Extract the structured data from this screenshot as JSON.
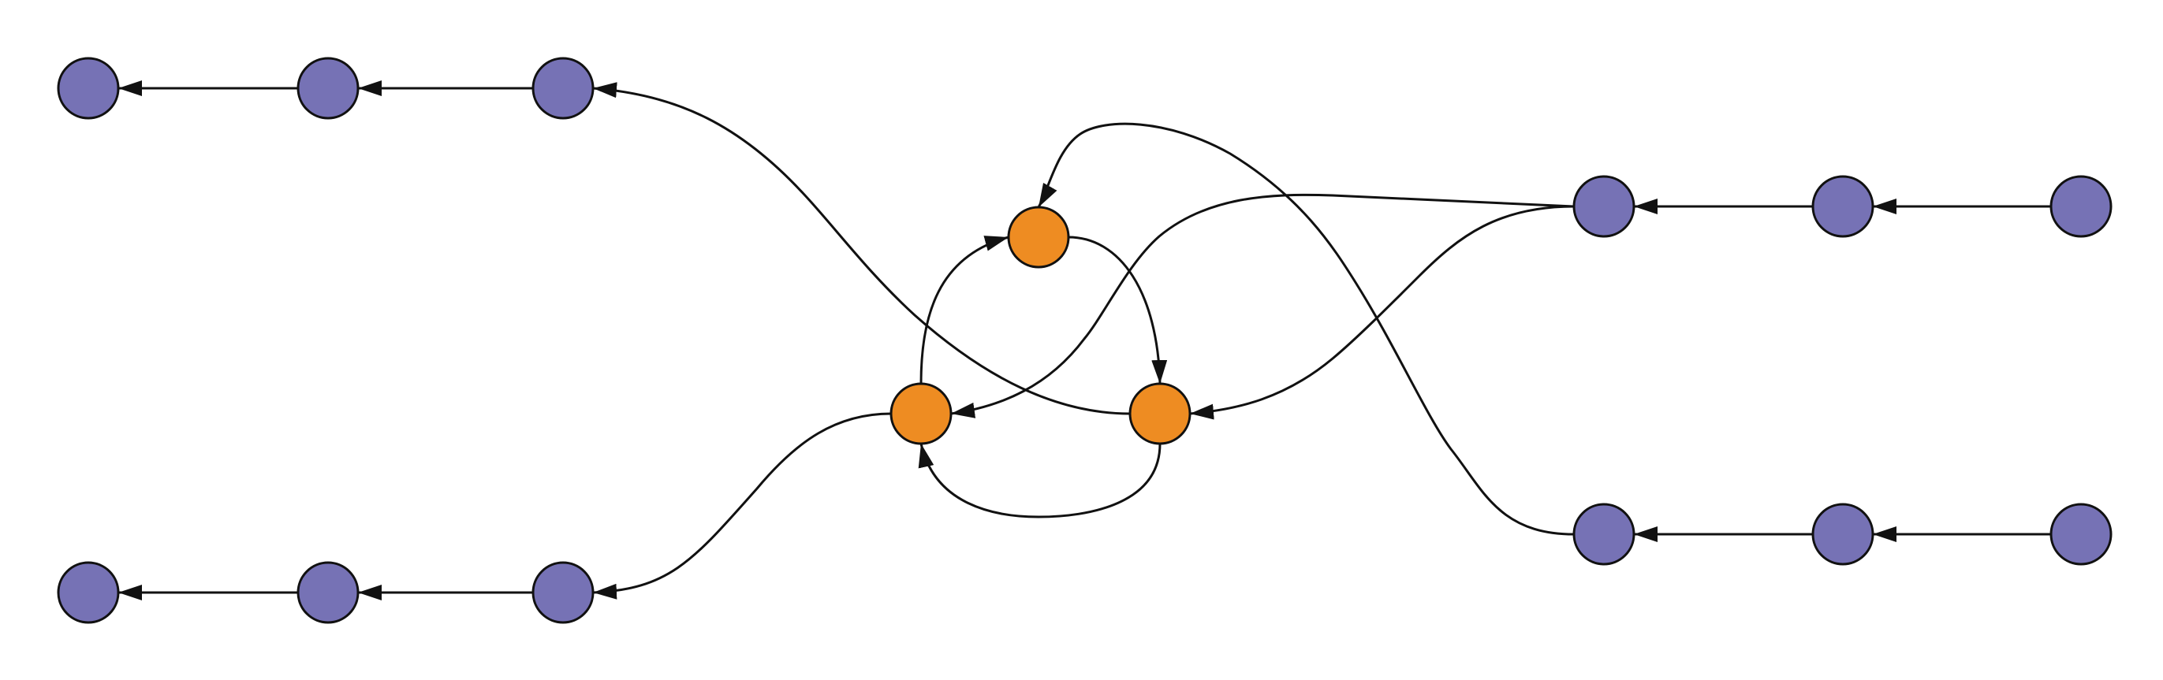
{
  "colors": {
    "outer_node": "#7672b5",
    "core_node": "#ee8c22",
    "edge": "#111111",
    "background": "#ffffff"
  },
  "nodes": [
    {
      "id": "top-left-chain-node-1",
      "role": "outer"
    },
    {
      "id": "top-left-chain-node-2",
      "role": "outer"
    },
    {
      "id": "top-left-chain-node-3",
      "role": "outer"
    },
    {
      "id": "bottom-left-chain-node-1",
      "role": "outer"
    },
    {
      "id": "bottom-left-chain-node-2",
      "role": "outer"
    },
    {
      "id": "bottom-left-chain-node-3",
      "role": "outer"
    },
    {
      "id": "core-top-node",
      "role": "core"
    },
    {
      "id": "core-left-node",
      "role": "core"
    },
    {
      "id": "core-right-node",
      "role": "core"
    },
    {
      "id": "top-right-chain-node-1",
      "role": "outer"
    },
    {
      "id": "top-right-chain-node-2",
      "role": "outer"
    },
    {
      "id": "top-right-chain-node-3",
      "role": "outer"
    },
    {
      "id": "bottom-right-chain-node-1",
      "role": "outer"
    },
    {
      "id": "bottom-right-chain-node-2",
      "role": "outer"
    },
    {
      "id": "bottom-right-chain-node-3",
      "role": "outer"
    }
  ],
  "edges": [
    {
      "id": "edge-tl2-to-tl1",
      "from": "top-left-chain-node-2",
      "to": "top-left-chain-node-1"
    },
    {
      "id": "edge-tl3-to-tl2",
      "from": "top-left-chain-node-3",
      "to": "top-left-chain-node-2"
    },
    {
      "id": "edge-bl2-to-bl1",
      "from": "bottom-left-chain-node-2",
      "to": "bottom-left-chain-node-1"
    },
    {
      "id": "edge-bl3-to-bl2",
      "from": "bottom-left-chain-node-3",
      "to": "bottom-left-chain-node-2"
    },
    {
      "id": "edge-tr2-to-tr1",
      "from": "top-right-chain-node-2",
      "to": "top-right-chain-node-1"
    },
    {
      "id": "edge-tr3-to-tr2",
      "from": "top-right-chain-node-3",
      "to": "top-right-chain-node-2"
    },
    {
      "id": "edge-br2-to-br1",
      "from": "bottom-right-chain-node-2",
      "to": "bottom-right-chain-node-1"
    },
    {
      "id": "edge-br3-to-br2",
      "from": "bottom-right-chain-node-3",
      "to": "bottom-right-chain-node-2"
    },
    {
      "id": "edge-coreleft-to-coretop",
      "from": "core-left-node",
      "to": "core-top-node"
    },
    {
      "id": "edge-coretop-to-coreright",
      "from": "core-top-node",
      "to": "core-right-node"
    },
    {
      "id": "edge-coreright-to-coreleft",
      "from": "core-right-node",
      "to": "core-left-node"
    },
    {
      "id": "edge-coreright-to-tl3",
      "from": "core-right-node",
      "to": "top-left-chain-node-3"
    },
    {
      "id": "edge-coreleft-to-bl3",
      "from": "core-left-node",
      "to": "bottom-left-chain-node-3"
    },
    {
      "id": "edge-tr1-to-coreleft",
      "from": "top-right-chain-node-1",
      "to": "core-left-node"
    },
    {
      "id": "edge-tr1-to-coreright",
      "from": "top-right-chain-node-1",
      "to": "core-right-node"
    },
    {
      "id": "edge-br1-to-coretop",
      "from": "bottom-right-chain-node-1",
      "to": "core-top-node"
    }
  ]
}
